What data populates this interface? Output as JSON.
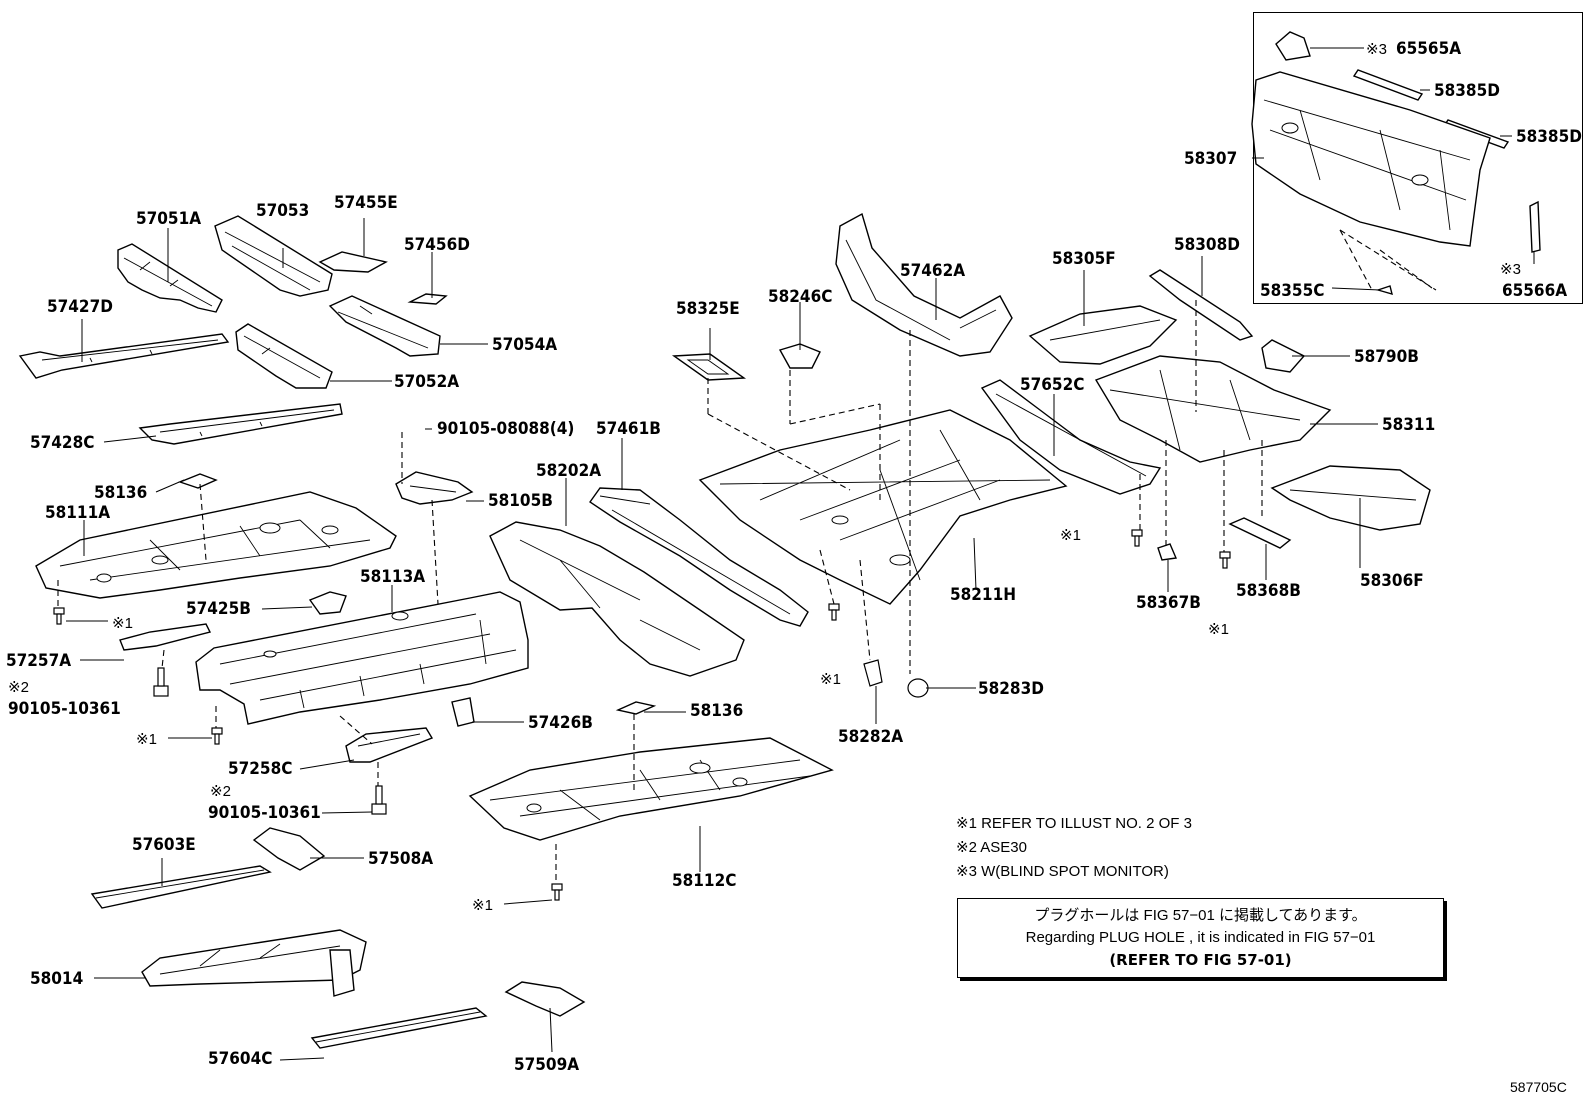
{
  "parts": {
    "p57051A": "57051A",
    "p57053": "57053",
    "p57455E": "57455E",
    "p57456D": "57456D",
    "p57427D": "57427D",
    "p57054A": "57054A",
    "p57052A": "57052A",
    "p57428C": "57428C",
    "p90105_08088": "90105-08088(4)",
    "p57461B": "57461B",
    "p58136a": "58136",
    "p58105B": "58105B",
    "p58202A": "58202A",
    "p58111A": "58111A",
    "p58113A": "58113A",
    "p57425B": "57425B",
    "p57257A": "57257A",
    "p90105_10361a": "90105-10361",
    "p57426B": "57426B",
    "p58136b": "58136",
    "p57258C": "57258C",
    "p90105_10361b": "90105-10361",
    "p57603E": "57603E",
    "p57508A": "57508A",
    "p58112C": "58112C",
    "p58014": "58014",
    "p57604C": "57604C",
    "p57509A": "57509A",
    "p58325E": "58325E",
    "p58246C": "58246C",
    "p57462A": "57462A",
    "p58305F": "58305F",
    "p58308D": "58308D",
    "p58790B": "58790B",
    "p57652C": "57652C",
    "p58311": "58311",
    "p58211H": "58211H",
    "p58367B": "58367B",
    "p58368B": "58368B",
    "p58306F": "58306F",
    "p58282A": "58282A",
    "p58283D": "58283D",
    "p65565A": "65565A",
    "p58385D_a": "58385D",
    "p58385D_b": "58385D",
    "p58307": "58307",
    "p58355C": "58355C",
    "p65566A": "65566A"
  },
  "refs": {
    "r1": "※1",
    "r2": "※2",
    "r3": "※3"
  },
  "notes": {
    "n1": "※1 REFER TO ILLUST NO. 2 OF 3",
    "n2": "※2 ASE30",
    "n3": "※3 W(BLIND SPOT MONITOR)"
  },
  "note_box": {
    "jp": "プラグホールは FIG 57−01 に掲載してあります。",
    "en": "Regarding  PLUG  HOLE , it is indicated in FIG  57−01",
    "ref": "(REFER TO FIG 57-01)"
  },
  "illustration_id": "587705C"
}
